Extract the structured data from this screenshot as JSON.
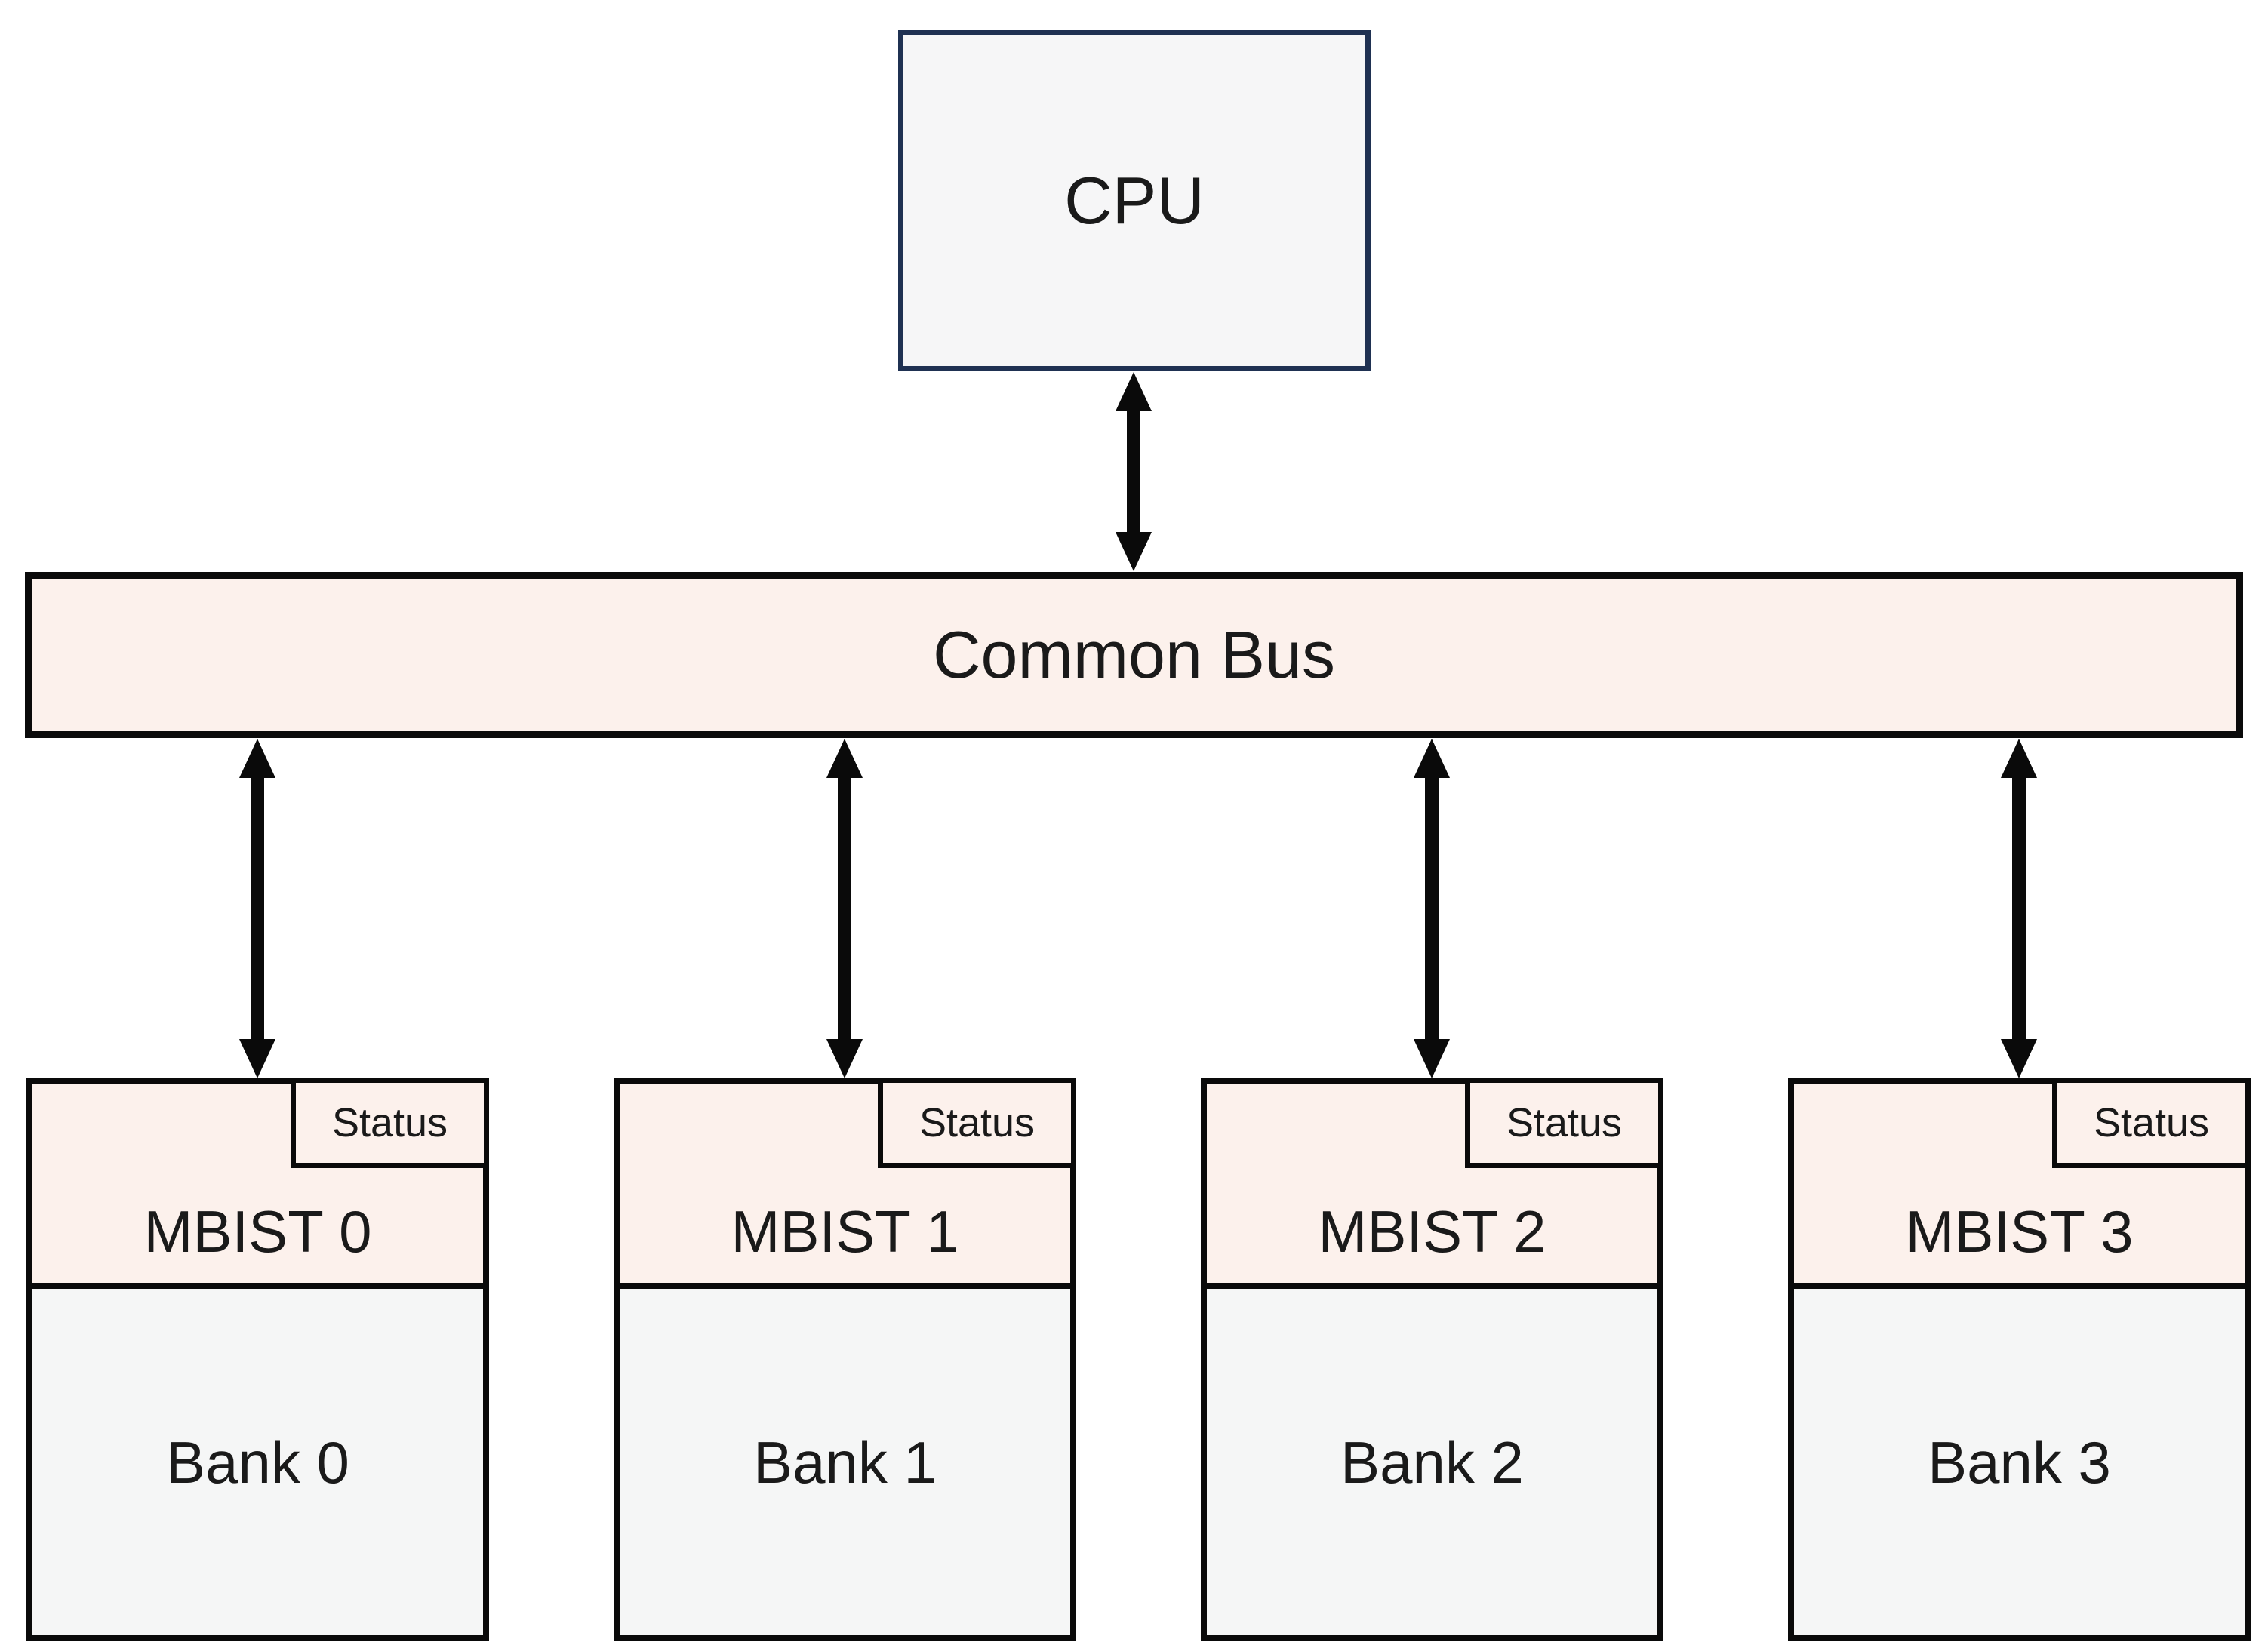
{
  "cpu": {
    "label": "CPU"
  },
  "bus": {
    "label": "Common Bus"
  },
  "units": [
    {
      "mbist_label": "MBIST 0",
      "status_label": "Status",
      "bank_label": "Bank 0"
    },
    {
      "mbist_label": "MBIST 1",
      "status_label": "Status",
      "bank_label": "Bank 1"
    },
    {
      "mbist_label": "MBIST 2",
      "status_label": "Status",
      "bank_label": "Bank 2"
    },
    {
      "mbist_label": "MBIST 3",
      "status_label": "Status",
      "bank_label": "Bank 3"
    }
  ],
  "connections": [
    {
      "from": "CPU",
      "to": "Common Bus",
      "type": "bidirectional-arrow"
    },
    {
      "from": "Common Bus",
      "to": "MBIST 0",
      "type": "bidirectional-arrow"
    },
    {
      "from": "Common Bus",
      "to": "MBIST 1",
      "type": "bidirectional-arrow"
    },
    {
      "from": "Common Bus",
      "to": "MBIST 2",
      "type": "bidirectional-arrow"
    },
    {
      "from": "Common Bus",
      "to": "MBIST 3",
      "type": "bidirectional-arrow"
    }
  ],
  "colors": {
    "pink": "#fcf1ec",
    "gray": "#f5f6f6",
    "cpu_fill": "#f6f6f7",
    "navy": "#1f3152",
    "line": "#0a0a0a",
    "text": "#1a1a1a",
    "background": "#ffffff"
  }
}
